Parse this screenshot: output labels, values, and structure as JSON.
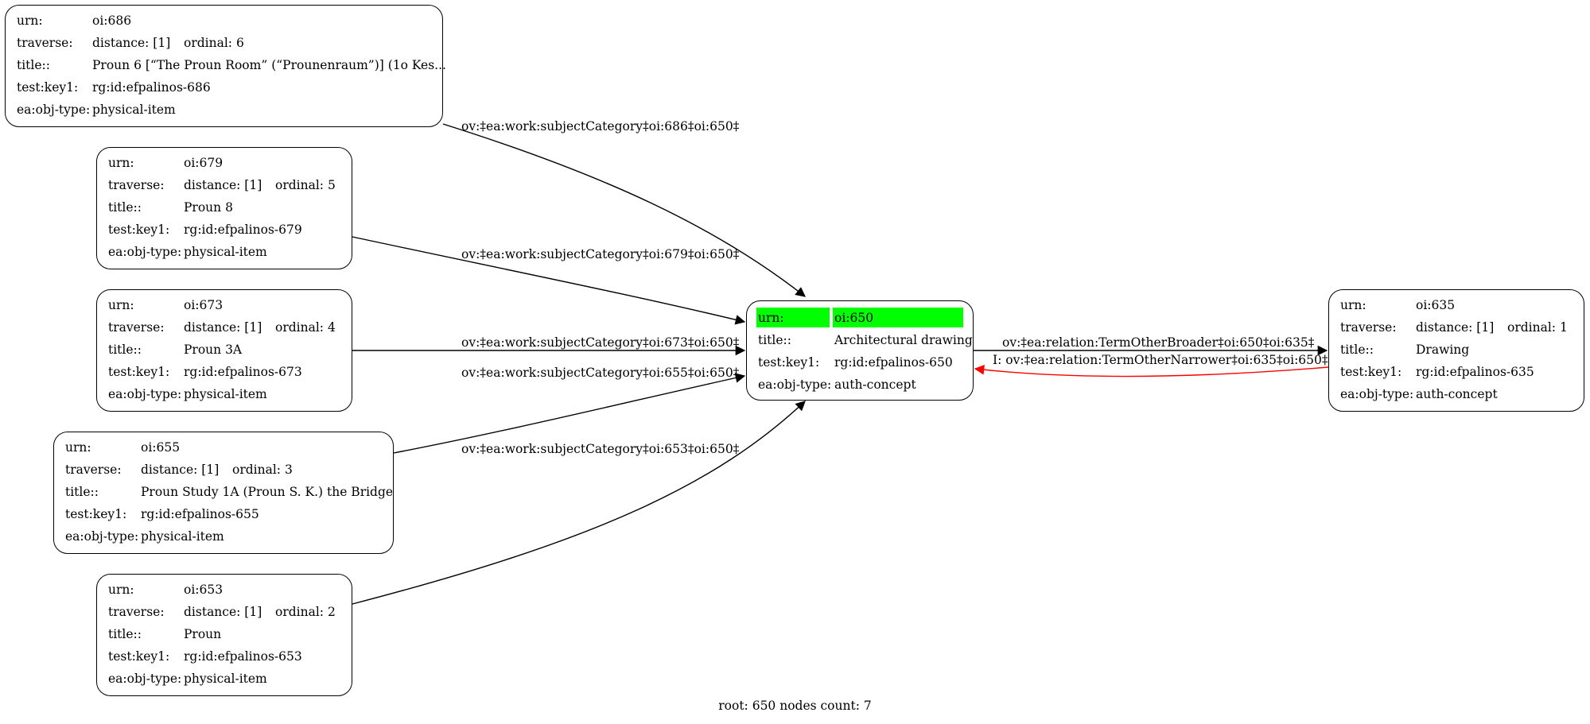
{
  "nodes": {
    "n686": {
      "urn": "oi:686",
      "distance": "distance: [1]",
      "ordinal": "ordinal: 6",
      "title": "Proun 6 [“The Proun Room” (“Prounenraum”)] (1o Kes...",
      "key1": "rg:id:efpalinos-686",
      "objtype": "physical-item"
    },
    "n679": {
      "urn": "oi:679",
      "distance": "distance: [1]",
      "ordinal": "ordinal: 5",
      "title": "Proun 8",
      "key1": "rg:id:efpalinos-679",
      "objtype": "physical-item"
    },
    "n673": {
      "urn": "oi:673",
      "distance": "distance: [1]",
      "ordinal": "ordinal: 4",
      "title": "Proun 3A",
      "key1": "rg:id:efpalinos-673",
      "objtype": "physical-item"
    },
    "n655": {
      "urn": "oi:655",
      "distance": "distance: [1]",
      "ordinal": "ordinal: 3",
      "title": "Proun Study 1A (Proun S. K.) the Bridge",
      "key1": "rg:id:efpalinos-655",
      "objtype": "physical-item"
    },
    "n653": {
      "urn": "oi:653",
      "distance": "distance: [1]",
      "ordinal": "ordinal: 2",
      "title": "Proun",
      "key1": "rg:id:efpalinos-653",
      "objtype": "physical-item"
    },
    "n650": {
      "urn": "oi:650",
      "title": "Architectural drawing",
      "key1": "rg:id:efpalinos-650",
      "objtype": "auth-concept"
    },
    "n635": {
      "urn": "oi:635",
      "distance": "distance: [1]",
      "ordinal": "ordinal: 1",
      "title": "Drawing",
      "key1": "rg:id:efpalinos-635",
      "objtype": "auth-concept"
    }
  },
  "keys": {
    "urn": "urn:",
    "traverse": "traverse:",
    "title": "title::",
    "key1": "test:key1:",
    "objtype": "ea:obj-type:"
  },
  "edges": {
    "e686": "ov:‡ea:work:subjectCategory‡oi:686‡oi:650‡",
    "e679": "ov:‡ea:work:subjectCategory‡oi:679‡oi:650‡",
    "e673": "ov:‡ea:work:subjectCategory‡oi:673‡oi:650‡",
    "e655": "ov:‡ea:work:subjectCategory‡oi:655‡oi:650‡",
    "e653": "ov:‡ea:work:subjectCategory‡oi:653‡oi:650‡",
    "broader": "ov:‡ea:relation:TermOtherBroader‡oi:650‡oi:635‡",
    "narrower": "I: ov:‡ea:relation:TermOtherNarrower‡oi:635‡oi:650‡"
  },
  "footer": "root: 650 nodes count: 7",
  "colors": {
    "root_highlight": "#00ff00",
    "inverse_edge": "#ff0000",
    "edge": "#000000"
  }
}
